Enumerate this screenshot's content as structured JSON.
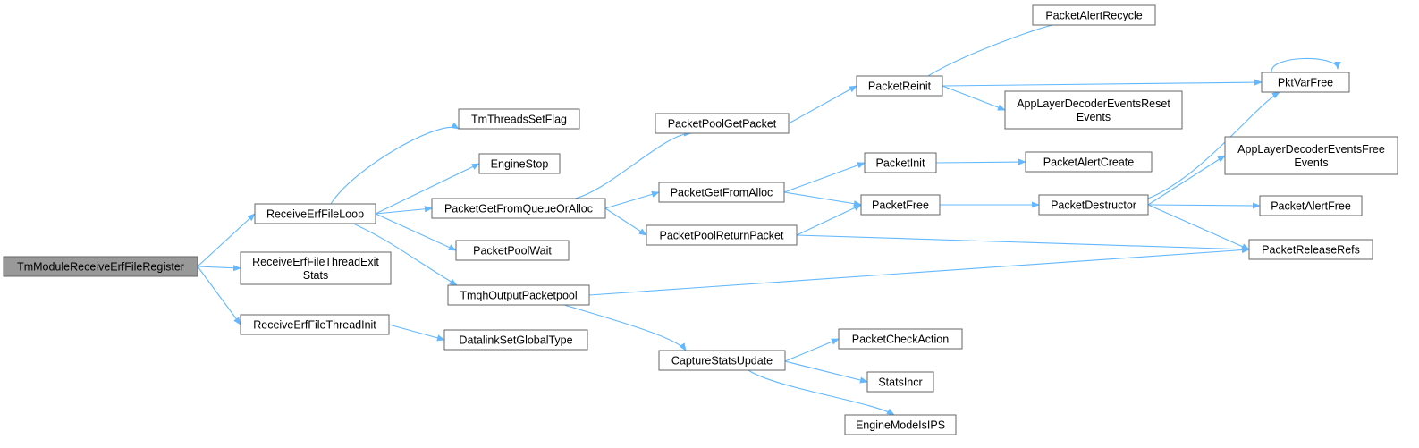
{
  "graph": {
    "root": "TmModuleReceiveErfFileRegister",
    "nodes": [
      {
        "id": "root",
        "label": [
          "TmModuleReceiveErfFileRegister"
        ],
        "root": true
      },
      {
        "id": "loop",
        "label": [
          "ReceiveErfFileLoop"
        ]
      },
      {
        "id": "exitstats",
        "label": [
          "ReceiveErfFileThreadExit",
          "Stats"
        ]
      },
      {
        "id": "threadinit",
        "label": [
          "ReceiveErfFileThreadInit"
        ]
      },
      {
        "id": "setflag",
        "label": [
          "TmThreadsSetFlag"
        ]
      },
      {
        "id": "enginestop",
        "label": [
          "EngineStop"
        ]
      },
      {
        "id": "getfromqueue",
        "label": [
          "PacketGetFromQueueOrAlloc"
        ]
      },
      {
        "id": "poolwait",
        "label": [
          "PacketPoolWait"
        ]
      },
      {
        "id": "tmqh",
        "label": [
          "TmqhOutputPacketpool"
        ]
      },
      {
        "id": "datalink",
        "label": [
          "DatalinkSetGlobalType"
        ]
      },
      {
        "id": "poolgetpacket",
        "label": [
          "PacketPoolGetPacket"
        ]
      },
      {
        "id": "getfromalloc",
        "label": [
          "PacketGetFromAlloc"
        ]
      },
      {
        "id": "poolreturn",
        "label": [
          "PacketPoolReturnPacket"
        ]
      },
      {
        "id": "capturestats",
        "label": [
          "CaptureStatsUpdate"
        ]
      },
      {
        "id": "reinit",
        "label": [
          "PacketReinit"
        ]
      },
      {
        "id": "pinit",
        "label": [
          "PacketInit"
        ]
      },
      {
        "id": "pfree",
        "label": [
          "PacketFree"
        ]
      },
      {
        "id": "checkaction",
        "label": [
          "PacketCheckAction"
        ]
      },
      {
        "id": "statsincr",
        "label": [
          "StatsIncr"
        ]
      },
      {
        "id": "enginemodeips",
        "label": [
          "EngineModeIsIPS"
        ]
      },
      {
        "id": "alertrecycle",
        "label": [
          "PacketAlertRecycle"
        ]
      },
      {
        "id": "eventsreset",
        "label": [
          "AppLayerDecoderEventsReset",
          "Events"
        ]
      },
      {
        "id": "alertcreate",
        "label": [
          "PacketAlertCreate"
        ]
      },
      {
        "id": "destructor",
        "label": [
          "PacketDestructor"
        ]
      },
      {
        "id": "pktvarfree",
        "label": [
          "PktVarFree"
        ]
      },
      {
        "id": "eventsfree",
        "label": [
          "AppLayerDecoderEventsFree",
          "Events"
        ]
      },
      {
        "id": "alertfree",
        "label": [
          "PacketAlertFree"
        ]
      },
      {
        "id": "releaserefs",
        "label": [
          "PacketReleaseRefs"
        ]
      }
    ],
    "edges": [
      [
        "root",
        "loop"
      ],
      [
        "root",
        "exitstats"
      ],
      [
        "root",
        "threadinit"
      ],
      [
        "loop",
        "setflag"
      ],
      [
        "loop",
        "enginestop"
      ],
      [
        "loop",
        "getfromqueue"
      ],
      [
        "loop",
        "poolwait"
      ],
      [
        "loop",
        "tmqh"
      ],
      [
        "threadinit",
        "datalink"
      ],
      [
        "getfromqueue",
        "poolgetpacket"
      ],
      [
        "getfromqueue",
        "getfromalloc"
      ],
      [
        "getfromqueue",
        "poolreturn"
      ],
      [
        "tmqh",
        "releaserefs"
      ],
      [
        "tmqh",
        "capturestats"
      ],
      [
        "poolgetpacket",
        "reinit"
      ],
      [
        "getfromalloc",
        "pinit"
      ],
      [
        "getfromalloc",
        "pfree"
      ],
      [
        "poolreturn",
        "pfree"
      ],
      [
        "poolreturn",
        "releaserefs"
      ],
      [
        "capturestats",
        "checkaction"
      ],
      [
        "capturestats",
        "statsincr"
      ],
      [
        "capturestats",
        "enginemodeips"
      ],
      [
        "reinit",
        "alertrecycle"
      ],
      [
        "reinit",
        "pktvarfree"
      ],
      [
        "reinit",
        "eventsreset"
      ],
      [
        "pinit",
        "alertcreate"
      ],
      [
        "pfree",
        "destructor"
      ],
      [
        "destructor",
        "pktvarfree"
      ],
      [
        "destructor",
        "eventsfree"
      ],
      [
        "destructor",
        "alertfree"
      ],
      [
        "destructor",
        "releaserefs"
      ],
      [
        "pktvarfree",
        "pktvarfree"
      ]
    ],
    "colors": {
      "edge": "#63b8ff",
      "root_fill": "#999999",
      "node_border": "#666666"
    }
  }
}
